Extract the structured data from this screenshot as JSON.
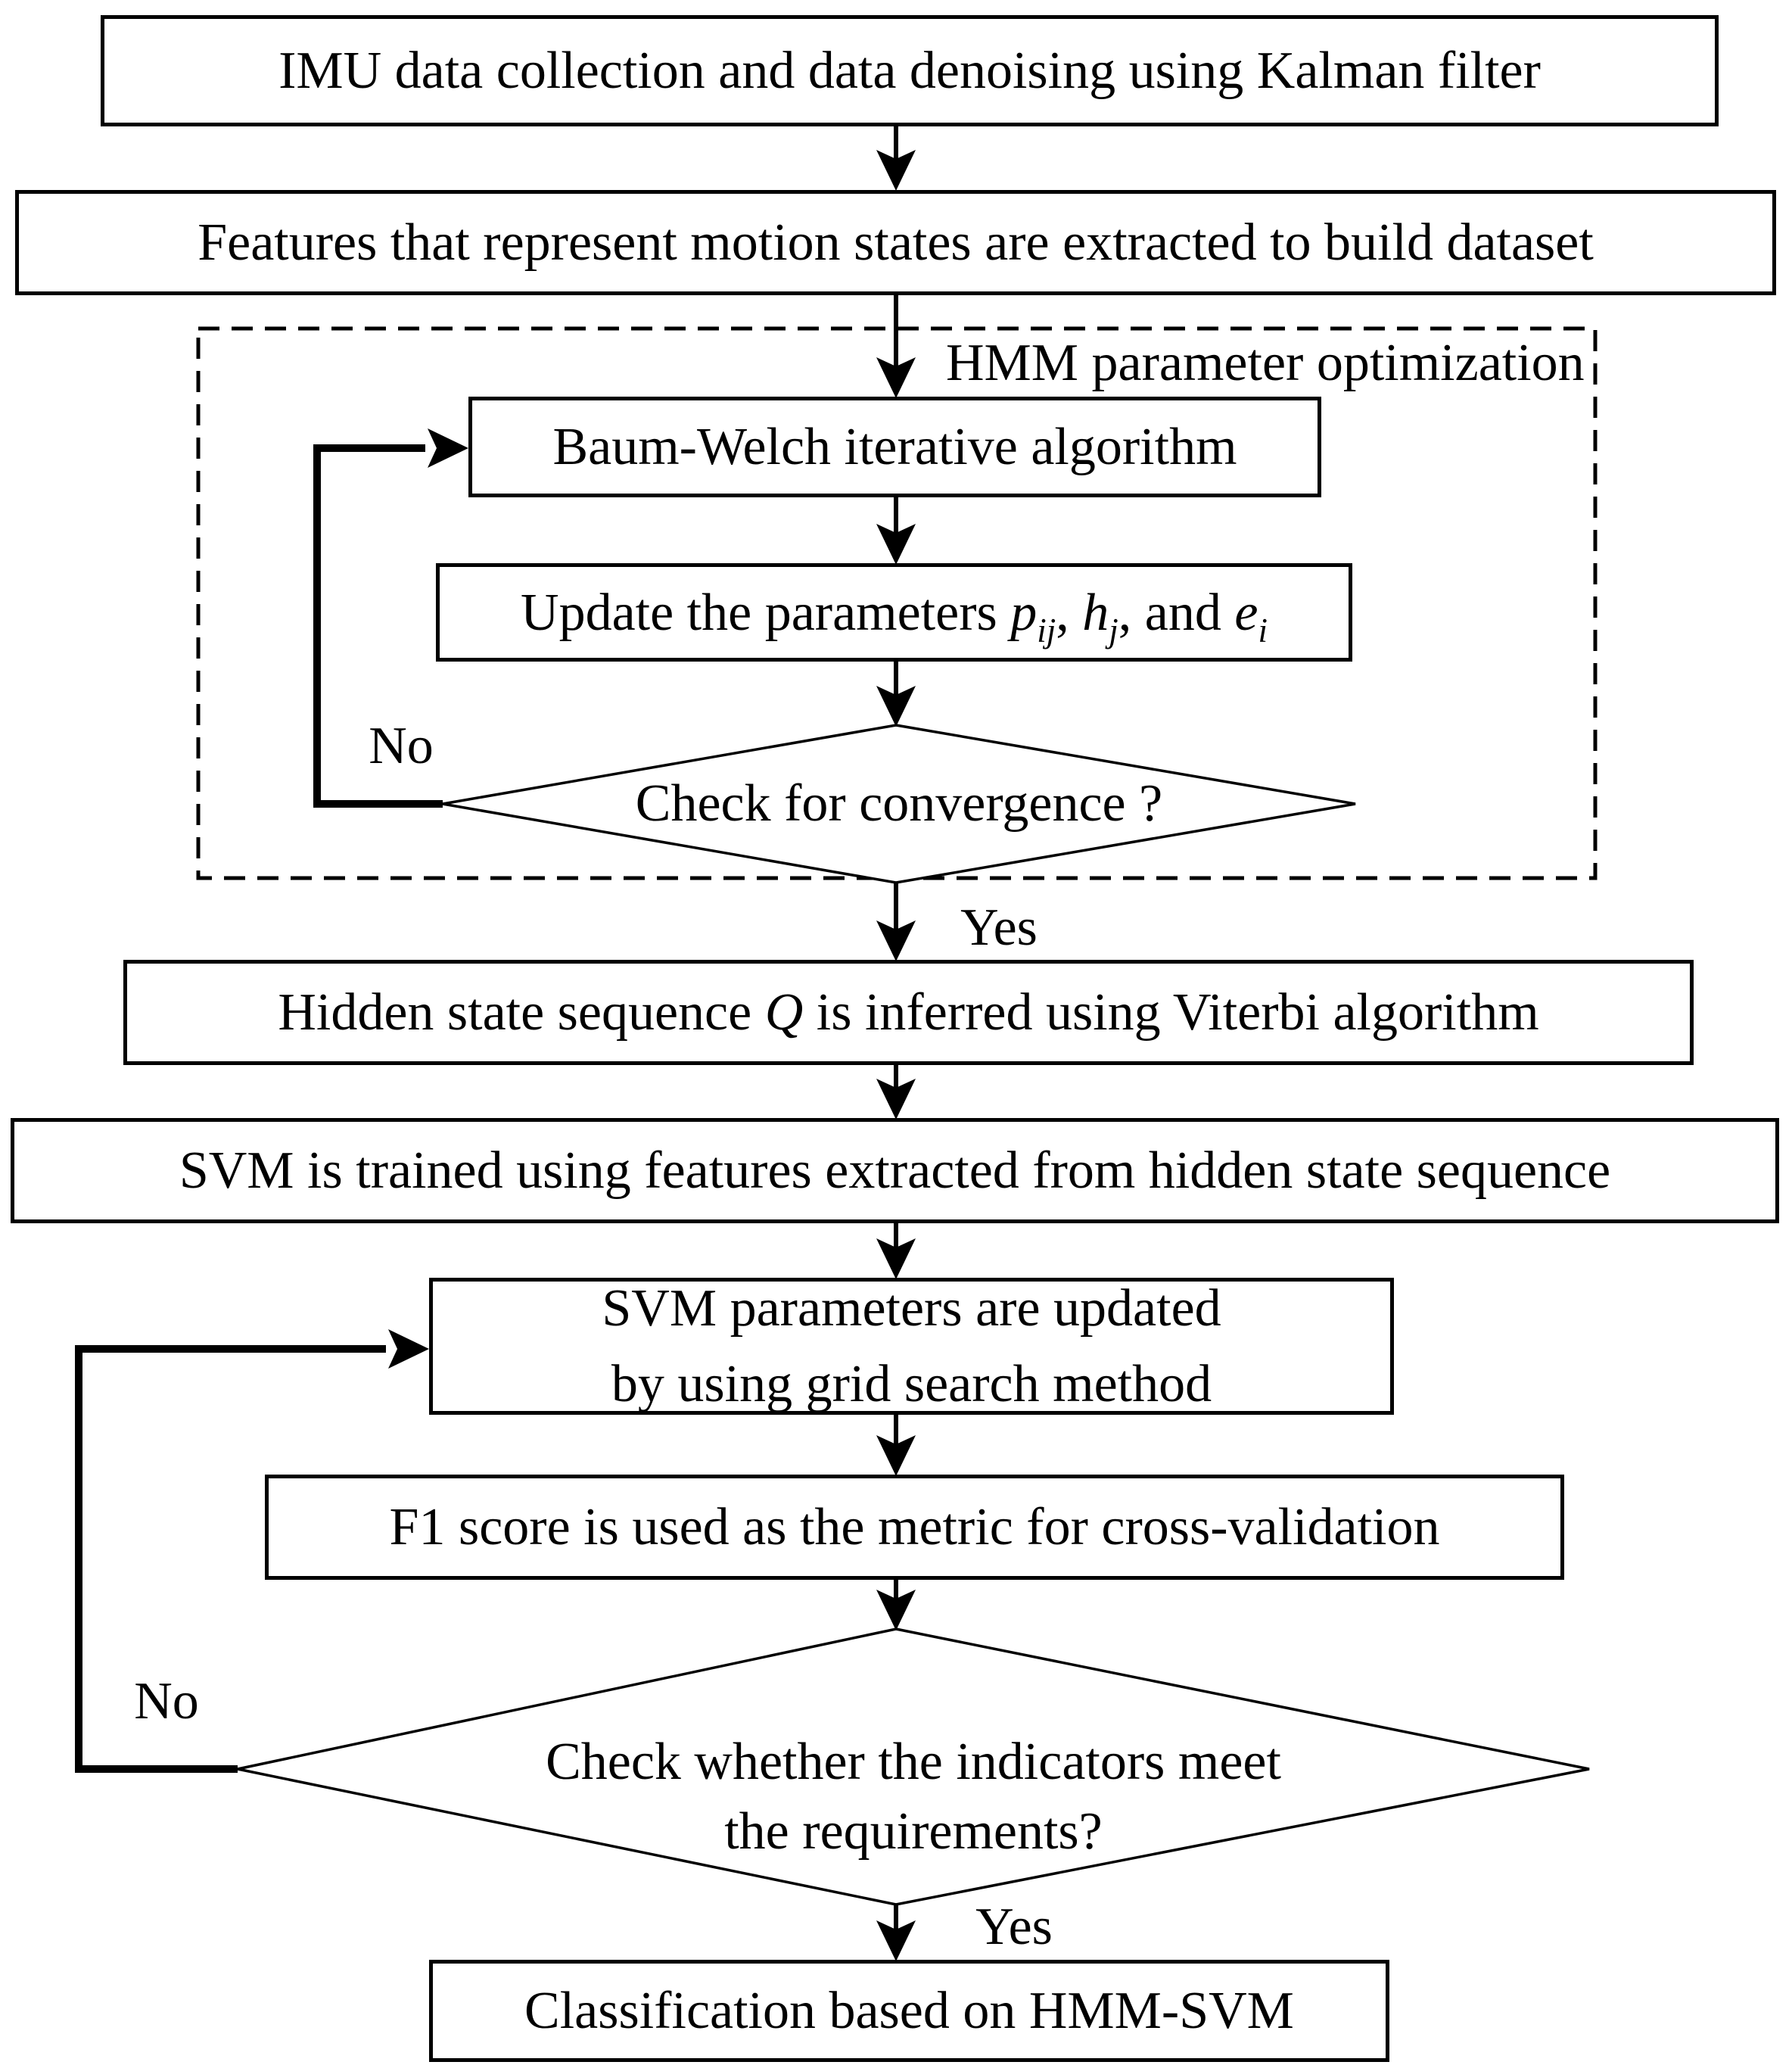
{
  "boxes": {
    "imu": "IMU data collection and data denoising using Kalman filter",
    "features": "Features that represent motion states are extracted to build dataset",
    "baum_welch": "Baum-Welch iterative algorithm",
    "update_params": {
      "prefix": "Update the parameters ",
      "p": "p",
      "p_sub": "ij",
      "sep1": ", ",
      "h": "h",
      "h_sub": "j",
      "sep2": ", and ",
      "e": "e",
      "e_sub": "i"
    },
    "viterbi": {
      "prefix": "Hidden state sequence ",
      "q": "Q",
      "suffix": " is inferred using Viterbi algorithm"
    },
    "svm_train": "SVM is trained using features extracted from hidden state sequence",
    "svm_params": {
      "line1": "SVM parameters are updated",
      "line2": "by using grid search method"
    },
    "f1_score": "F1 score is used as the metric for cross-validation",
    "classification": "Classification based on HMM-SVM"
  },
  "decisions": {
    "convergence": "Check for convergence ?",
    "indicators": {
      "line1": "Check whether the indicators meet",
      "line2": "the requirements?"
    }
  },
  "container_label": "HMM parameter optimization",
  "edge_labels": {
    "convergence_no": "No",
    "convergence_yes": "Yes",
    "indicators_no": "No",
    "indicators_yes": "Yes"
  },
  "colors": {
    "stroke": "#000000",
    "background": "#ffffff"
  }
}
